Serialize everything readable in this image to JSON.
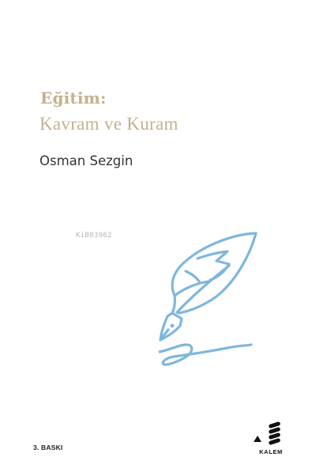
{
  "book": {
    "title_line1": "Eğitim:",
    "title_line2": "Kavram ve Kuram",
    "author": "Osman Sezgin",
    "watermark": "KiB03962",
    "edition": "3. BASKI",
    "publisher": "KALEM"
  },
  "icons": {
    "illustration": "quill-pen-icon",
    "publisher_logo": "kalem-stacked-logo-icon"
  },
  "colors": {
    "title": "#c4b18e",
    "author": "#333333",
    "quill": "#7fb7dc",
    "logo": "#111111"
  }
}
